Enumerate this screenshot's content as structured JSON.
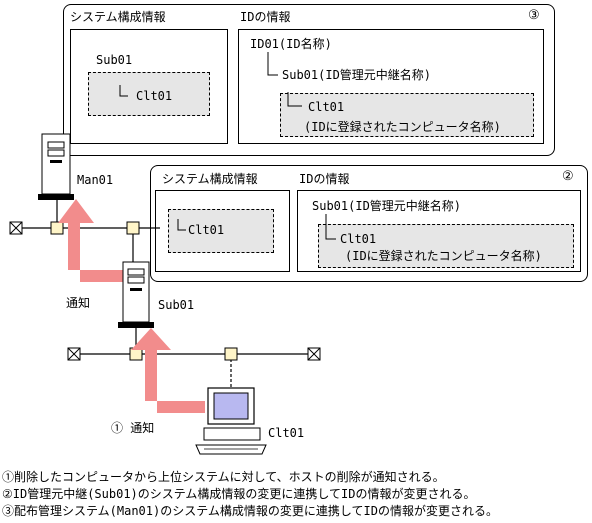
{
  "top_box": {
    "number": "③",
    "system_panel": {
      "title": "システム構成情報",
      "parent": "Sub01",
      "child": "Clt01"
    },
    "id_panel": {
      "title": "IDの情報",
      "root": "ID01(ID名称)",
      "relay": "Sub01(ID管理元中継名称)",
      "client": "Clt01",
      "client_note": "(IDに登録されたコンピュータ名称)"
    }
  },
  "middle_box": {
    "number": "②",
    "system_panel": {
      "title": "システム構成情報",
      "child": "Clt01"
    },
    "id_panel": {
      "title": "IDの情報",
      "relay": "Sub01(ID管理元中継名称)",
      "client": "Clt01",
      "client_note": "(IDに登録されたコンピュータ名称)"
    }
  },
  "machines": {
    "manager": "Man01",
    "relay": "Sub01",
    "client": "Clt01"
  },
  "arrows": {
    "upper_label": "通知",
    "lower_label": "① 通知"
  },
  "footnotes": [
    "①削除したコンピュータから上位システムに対して、ホストの削除が通知される。",
    "②ID管理元中継(Sub01)のシステム構成情報の変更に連携してIDの情報が変更される。",
    "③配布管理システム(Man01)のシステム構成情報の変更に連携してIDの情報が変更される。"
  ],
  "colors": {
    "arrow": "#f28c8c",
    "dashed_fill": "#e6e6e6",
    "line": "#000000"
  }
}
